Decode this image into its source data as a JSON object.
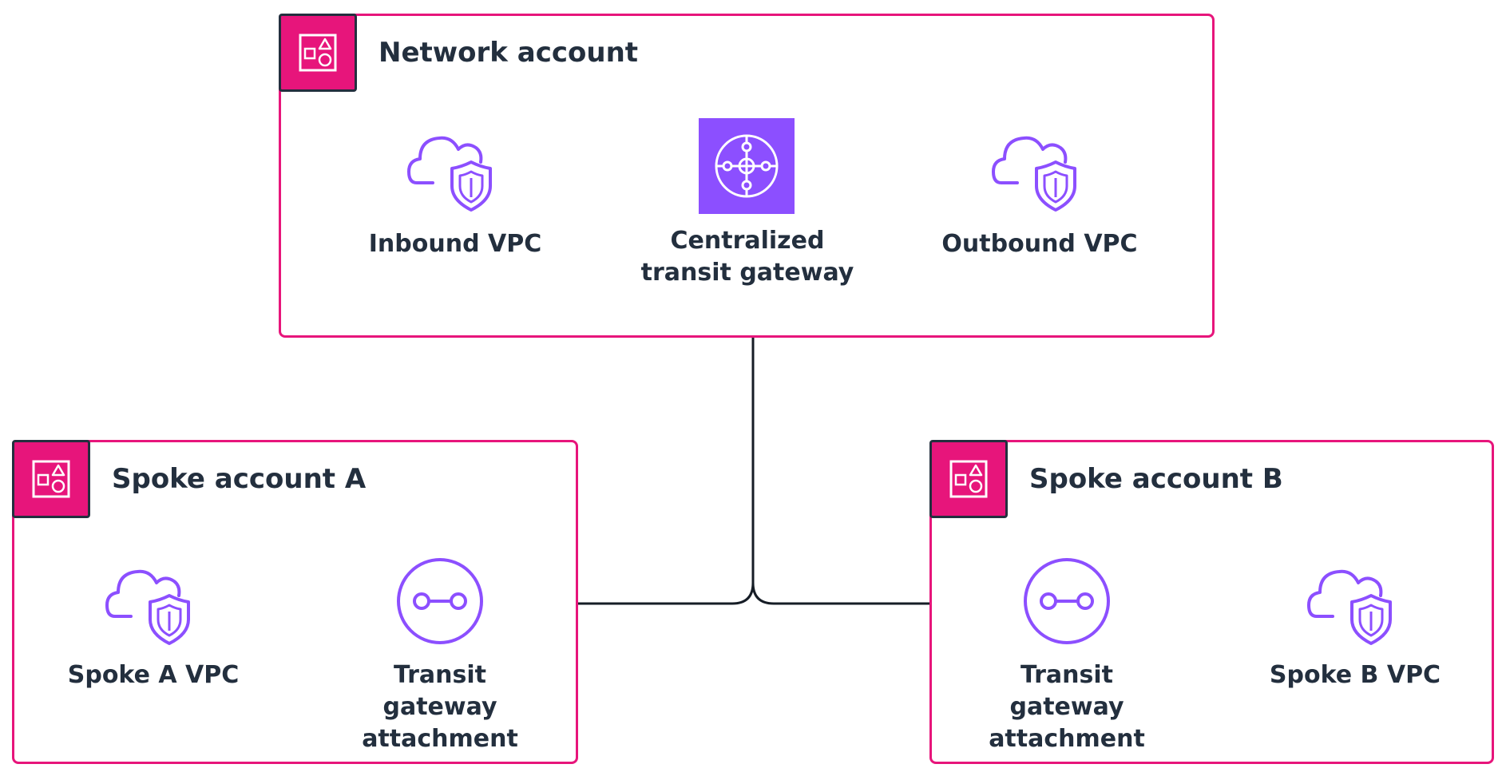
{
  "accounts": {
    "network": {
      "title": "Network account",
      "icon": "account-group-icon"
    },
    "spoke_a": {
      "title": "Spoke account A",
      "icon": "account-group-icon"
    },
    "spoke_b": {
      "title": "Spoke account B",
      "icon": "account-group-icon"
    }
  },
  "nodes": {
    "inbound_vpc": {
      "label": "Inbound VPC",
      "icon": "vpc-icon"
    },
    "transit_gateway": {
      "label": "Centralized transit gateway",
      "icon": "transit-gateway-icon"
    },
    "outbound_vpc": {
      "label": "Outbound VPC",
      "icon": "vpc-icon"
    },
    "spoke_a_vpc": {
      "label": "Spoke A VPC",
      "icon": "vpc-icon"
    },
    "spoke_a_attachment": {
      "label": "Transit gateway attachment",
      "icon": "tgw-attachment-icon"
    },
    "spoke_b_attachment": {
      "label": "Transit gateway attachment",
      "icon": "tgw-attachment-icon"
    },
    "spoke_b_vpc": {
      "label": "Spoke B VPC",
      "icon": "vpc-icon"
    }
  },
  "colors": {
    "account_border": "#e7157b",
    "icon_purple": "#8c4fff",
    "ink": "#232f3e"
  }
}
